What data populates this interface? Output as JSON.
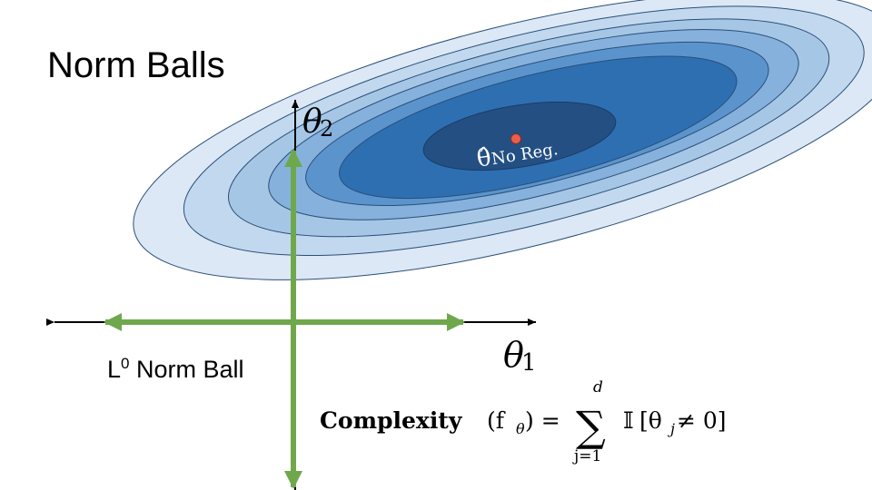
{
  "slide": {
    "title": "Norm Balls",
    "ball_label": {
      "letter": "L",
      "superscript": "0",
      "suffix": " Norm Ball"
    }
  },
  "diagram": {
    "axis_labels": {
      "theta1": "θ",
      "theta1_sub": "1",
      "theta2": "θ",
      "theta2_sub": "2"
    },
    "optimum_label": {
      "symbol": "θ̂",
      "subscript": "No Reg."
    },
    "formula": {
      "lhs_bold": "Complexity",
      "lhs_rest": "(f",
      "lhs_theta": "θ",
      "lhs_close": ") =",
      "sum_symbol": "∑",
      "sum_upper": "d",
      "sum_lower": "j=1",
      "indicator": "𝕀",
      "body": "[θ",
      "body_sub": "j",
      "body_rest": " ≠ 0]"
    },
    "colors": {
      "contour_fills": [
        "#dce8f5",
        "#c2d8ee",
        "#a6c6e6",
        "#85b1dc",
        "#5b94cc",
        "#2e6fb2",
        "#234f83"
      ],
      "contour_stroke": "#2a4f78",
      "ball_green": "#6fa84c",
      "optimum_point": "#e8604c"
    }
  }
}
